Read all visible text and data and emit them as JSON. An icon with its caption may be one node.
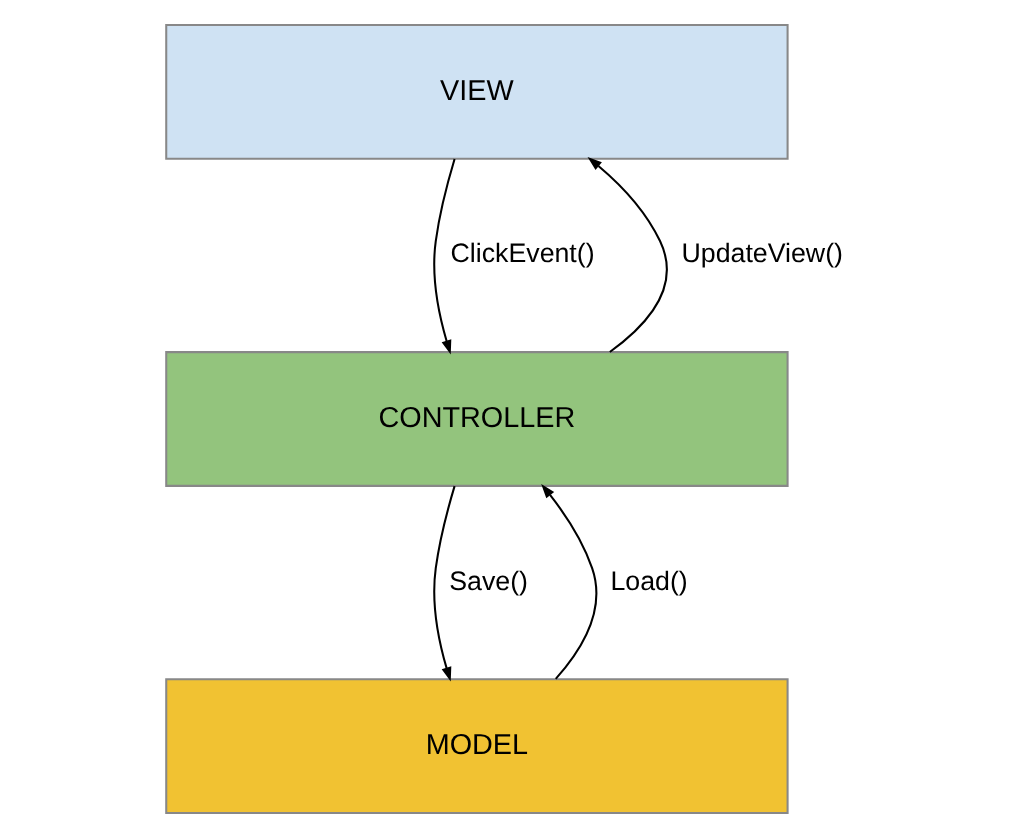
{
  "diagram": {
    "nodes": [
      {
        "text": [
          "VIEW"
        ]
      },
      {
        "text": [
          "CONTROLLER"
        ]
      },
      {
        "text": [
          "MODEL"
        ]
      }
    ],
    "edges": [
      {
        "from": 1,
        "to": 0,
        "arrow": "to",
        "label": "UpdateView()"
      },
      {
        "from": 0,
        "to": 1,
        "arrow": "to",
        "label": "ClickEvent()"
      },
      {
        "from": 2,
        "to": 1,
        "arrow": "to",
        "label": "Load()"
      },
      {
        "from": 1,
        "to": 2,
        "arrow": "to",
        "label": "Save()"
      }
    ]
  }
}
